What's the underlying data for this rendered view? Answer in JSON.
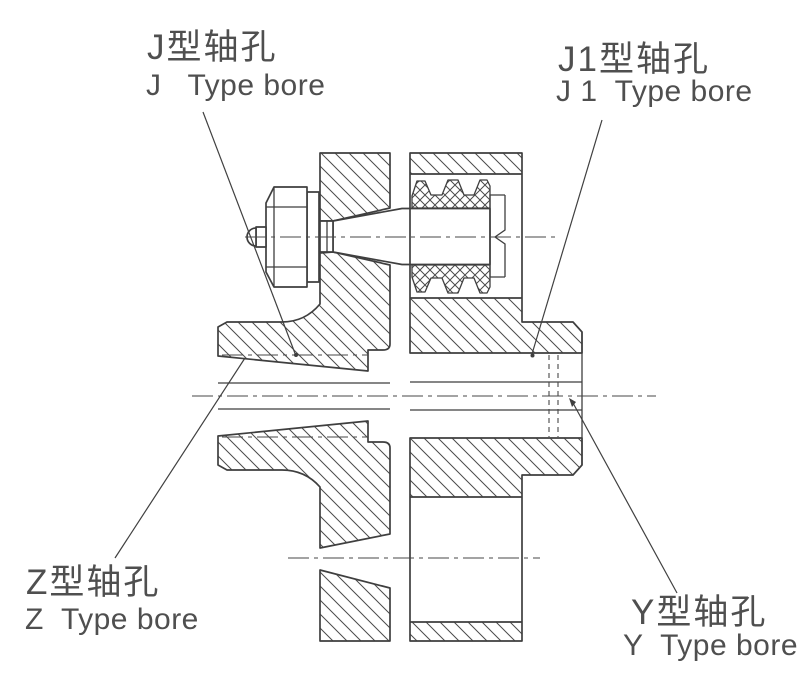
{
  "drawing": {
    "type": "mechanical-cross-section",
    "subject": "elastic pin coupling half-section with shaft bore type callouts",
    "background_color": "#ffffff",
    "line_color": "#3f3f3f",
    "text_color": "#4f4f4f"
  },
  "labels": {
    "j": {
      "zh": "J型轴孔",
      "en": "J   Type bore"
    },
    "j1": {
      "zh": "J1型轴孔",
      "en": "J 1  Type bore"
    },
    "z": {
      "zh": "Z型轴孔",
      "en": "Z  Type bore"
    },
    "y": {
      "zh": "Y型轴孔",
      "en": "Y  Type bore"
    }
  }
}
